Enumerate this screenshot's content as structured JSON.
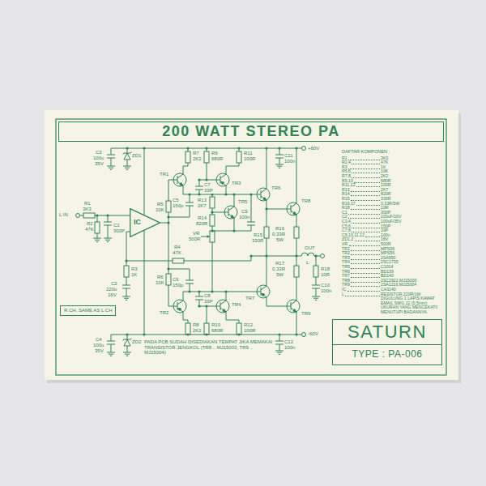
{
  "diagram": {
    "title": "200 WATT STEREO PA",
    "nodes": [
      {
        "text": [
          "IC"
        ]
      },
      {
        "text": [
          "R CH. SAME AS L CH"
        ]
      },
      {
        "text": [
          "SATURN",
          "TYPE : PA-006"
        ]
      }
    ],
    "labels": [
      "C3",
      "100u",
      "35V",
      "ZD1",
      "+60V",
      "R7",
      "2K2",
      "R9",
      "680R",
      "R11",
      "100R",
      "TR1",
      "TR3",
      "C7",
      "33P",
      "C11",
      "100n",
      "TR6",
      "TR8",
      "R13",
      "2K7",
      "C5",
      "150p",
      "R5",
      "10K",
      "TR5",
      "R14",
      "820R",
      "C9",
      "100n",
      "VR",
      "500R",
      "R15",
      "330R",
      "R16",
      "0,33R",
      "5W",
      "R1",
      "3K3",
      "L IN",
      "R2",
      "47K",
      "C1",
      "300P",
      "R4",
      "47K",
      "OUT",
      "L",
      "R17",
      "0,33R",
      "5W",
      "R18",
      "10R",
      "C10",
      "100n",
      "R3",
      "1K",
      "C2",
      "220u",
      "16V",
      "R6",
      "10K",
      "C6",
      "150p",
      "C8",
      "33P",
      "TR2",
      "TR4",
      "TR7",
      "TR9",
      "R8",
      "2K2",
      "R10",
      "680R",
      "R12",
      "100R",
      "C4",
      "100u",
      "35V",
      "ZD2",
      "-60V",
      "C12",
      "100n",
      "PADA PCB SUDAH DISEDIAKAN TEMPAT JIKA MEMAKAI TRANSISTOR JENGKOL (TR8 .. MJ15003, TR9 .. MJ15004)",
      "DAFTAR KOMPONEN :",
      "R1",
      "3K3",
      "R2,4",
      "47K",
      "R3",
      "1K",
      "R5,6",
      "10K",
      "R7,8",
      "2K2",
      "R9,10",
      "680R",
      "R11,12",
      "100R",
      "R13",
      "2K7",
      "R14",
      "820R",
      "R15",
      "330R",
      "R16,17",
      "0,33R/5W",
      "R18",
      "10R",
      "C1",
      "300P",
      "C2",
      "220uF/16V",
      "C3,4",
      "100uF/35V",
      "C5,6",
      "150P",
      "C7,8",
      "33P",
      "C9,10,11,12",
      "100n",
      "ZD1,2",
      "16V",
      "VR",
      "500R",
      "TR1",
      "MPS06",
      "TR2",
      "MPS56",
      "TR3",
      "2SA950",
      "TR4",
      "2SC1735",
      "TR5",
      "C1014",
      "TR6",
      "BD139",
      "TR7",
      "BD140",
      "TR8",
      "2SC2922,MJ15003",
      "TR9",
      "2SA1216,MJ15004",
      "IC",
      "CA3140",
      "L",
      "RESISTOR 220R/1W DIGULUNG 1 LAPIS KAWAT EMAIL SWG 22 (0,5mm) UKURAN YANG MENCEKATI/ MENUTUPI BADANNYA."
    ]
  }
}
